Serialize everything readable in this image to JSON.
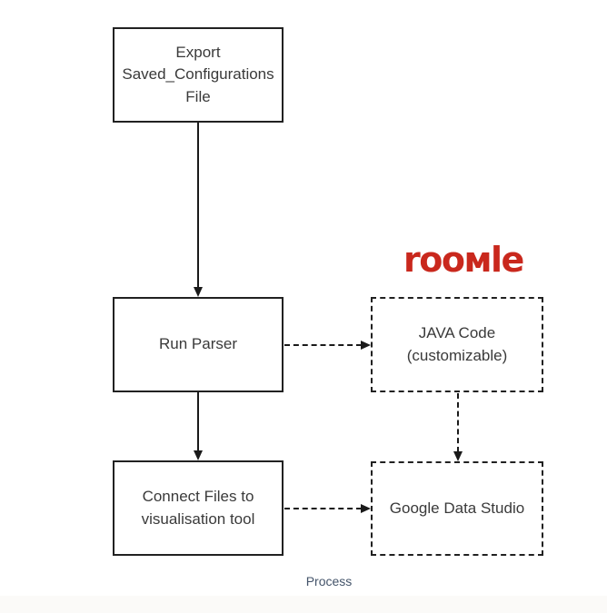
{
  "diagram": {
    "logo": {
      "text": "rooмle",
      "color": "#c9281d"
    },
    "nodes": {
      "export": {
        "label": "Export Saved_Configurations File",
        "style": "solid"
      },
      "run_parser": {
        "label": "Run Parser",
        "style": "solid"
      },
      "connect_files": {
        "label": "Connect Files to visualisation tool",
        "style": "solid"
      },
      "java_code": {
        "label": "JAVA Code (customizable)",
        "style": "dashed"
      },
      "google_data_studio": {
        "label": "Google Data Studio",
        "style": "dashed"
      }
    },
    "caption": {
      "text": "Process",
      "color": "#44546a"
    },
    "colors": {
      "background": "#ffffff",
      "line": "#1a1a1a",
      "box_border": "#212121",
      "text": "#3a3a3a"
    }
  }
}
